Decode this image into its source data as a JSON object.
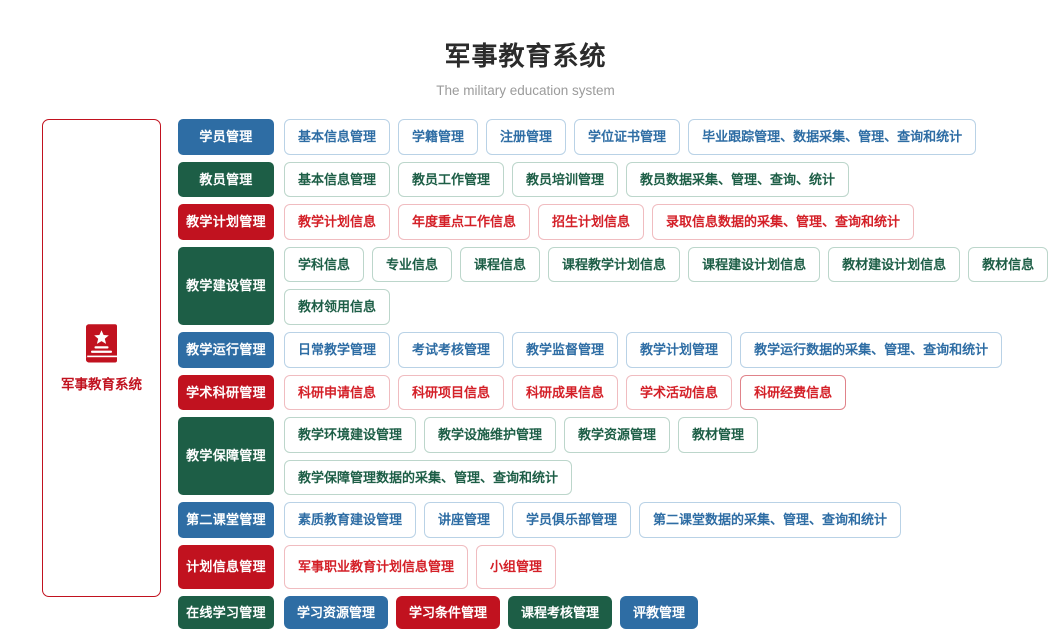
{
  "header": {
    "title": "军事教育系统",
    "subtitle": "The military education system"
  },
  "sidebar": {
    "icon": "book-star-icon",
    "label": "军事教育系统",
    "accent_color": "#c1121f"
  },
  "colors": {
    "blue": "#2e6da4",
    "green": "#1d5e46",
    "red": "#c1121f",
    "red_text": "#d42028",
    "title_text": "#2b2b2b",
    "subtitle_text": "#9b9b9b"
  },
  "rows": [
    {
      "category": "学员管理",
      "color": "blue",
      "items": [
        "基本信息管理",
        "学籍管理",
        "注册管理",
        "学位证书管理",
        "毕业跟踪管理、数据采集、管理、查询和统计"
      ]
    },
    {
      "category": "教员管理",
      "color": "green",
      "items": [
        "基本信息管理",
        "教员工作管理",
        "教员培训管理",
        "教员数据采集、管理、查询、统计"
      ]
    },
    {
      "category": "教学计划管理",
      "color": "red",
      "items": [
        "教学计划信息",
        "年度重点工作信息",
        "招生计划信息",
        "录取信息数据的采集、管理、查询和统计"
      ]
    },
    {
      "category": "教学建设管理",
      "color": "green",
      "tall": true,
      "items": [
        "学科信息",
        "专业信息",
        "课程信息",
        "课程教学计划信息",
        "课程建设计划信息",
        "教材建设计划信息",
        "教材信息",
        "教材领用信息"
      ]
    },
    {
      "category": "教学运行管理",
      "color": "blue",
      "items": [
        "日常教学管理",
        "考试考核管理",
        "教学监督管理",
        "教学计划管理",
        "教学运行数据的采集、管理、查询和统计"
      ]
    },
    {
      "category": "学术科研管理",
      "color": "red",
      "items": [
        "科研申请信息",
        "科研项目信息",
        "科研成果信息",
        "学术活动信息",
        "科研经费信息"
      ]
    },
    {
      "category": "教学保障管理",
      "color": "green",
      "items": [
        "教学环境建设管理",
        "教学设施维护管理",
        "教学资源管理",
        "教材管理",
        "教学保障管理数据的采集、管理、查询和统计"
      ]
    },
    {
      "category": "第二课堂管理",
      "color": "blue",
      "items": [
        "素质教育建设管理",
        "讲座管理",
        "学员俱乐部管理",
        "第二课堂数据的采集、管理、查询和统计"
      ]
    },
    {
      "category": "计划信息管理",
      "color": "red",
      "tall_items": true,
      "items": [
        "军事职业教育计划信息管理",
        "小组管理"
      ]
    },
    {
      "category": "在线学习管理",
      "color": "green",
      "solid_items": true,
      "items": [
        "学习资源管理",
        "学习条件管理",
        "课程考核管理",
        "评教管理"
      ],
      "item_colors": [
        "blue",
        "red",
        "green",
        "blue"
      ]
    }
  ]
}
